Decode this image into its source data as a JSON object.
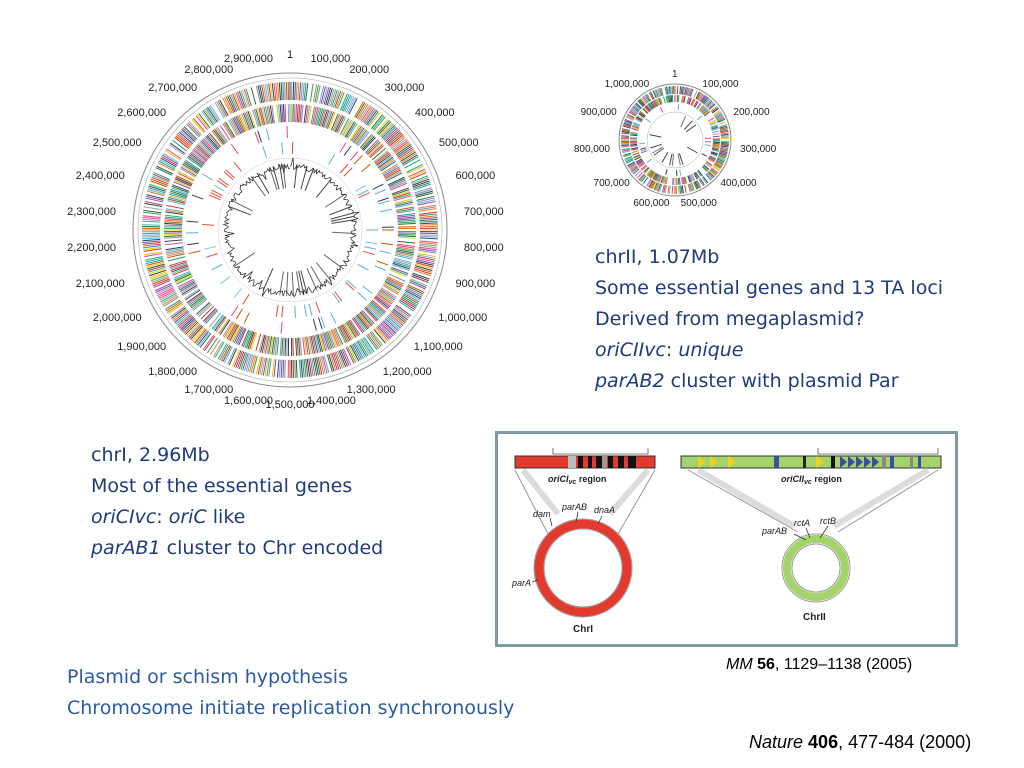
{
  "chr1_map": {
    "ticks": [
      "1",
      "100,000",
      "200,000",
      "300,000",
      "400,000",
      "500,000",
      "600,000",
      "700,000",
      "800,000",
      "900,000",
      "1,000,000",
      "1,100,000",
      "1,200,000",
      "1,300,000",
      "1,400,000",
      "1,500,000",
      "1,600,000",
      "1,700,000",
      "1,800,000",
      "1,900,000",
      "2,000,000",
      "2,100,000",
      "2,200,000",
      "2,300,000",
      "2,400,000",
      "2,500,000",
      "2,600,000",
      "2,700,000",
      "2,800,000",
      "2,900,000"
    ]
  },
  "chr2_map": {
    "ticks": [
      "1",
      "100,000",
      "200,000",
      "300,000",
      "400,000",
      "500,000",
      "600,000",
      "700,000",
      "800,000",
      "900,000",
      "1,000,000"
    ]
  },
  "chr2_desc": {
    "line1": "chrII, 1.07Mb",
    "line2": "Some essential genes and 13 TA loci",
    "line3": "Derived from megaplasmid?",
    "line4_a": "oriCIIvc",
    "line4_b": ": ",
    "line4_c": "unique",
    "line5_a": "parAB2",
    "line5_b": " cluster with plasmid Par"
  },
  "chr1_desc": {
    "line1": "chrI, 2.96Mb",
    "line2": "Most of the essential genes",
    "line3_a": "oriCIvc",
    "line3_b": ": ",
    "line3_c": "oriC",
    "line3_d": " like",
    "line4_a": "parAB1",
    "line4_b": " cluster to Chr encoded"
  },
  "hypothesis": {
    "line1": "Plasmid or schism hypothesis",
    "line2": "Chromosome initiate replication synchronously"
  },
  "panel": {
    "left_region": "oriCI",
    "left_region_sub": "vc",
    "left_region_suffix": " region",
    "right_region": "oriCII",
    "right_region_sub": "vc",
    "right_region_suffix": " region",
    "dam": "dam",
    "parAB_left": "parAB",
    "dnaA": "dnaA",
    "parA": "parA",
    "chrI": "ChrI",
    "parAB_right": "parAB",
    "rctA": "rctA",
    "rctB": "rctB",
    "chrII": "ChrII"
  },
  "citations": {
    "mm_journal": "MM",
    "mm_volume": "56",
    "mm_rest": ", 1129–1138 (2005)",
    "nature_journal": "Nature",
    "nature_volume": "406",
    "nature_rest": ", 477-484 (2000)"
  }
}
